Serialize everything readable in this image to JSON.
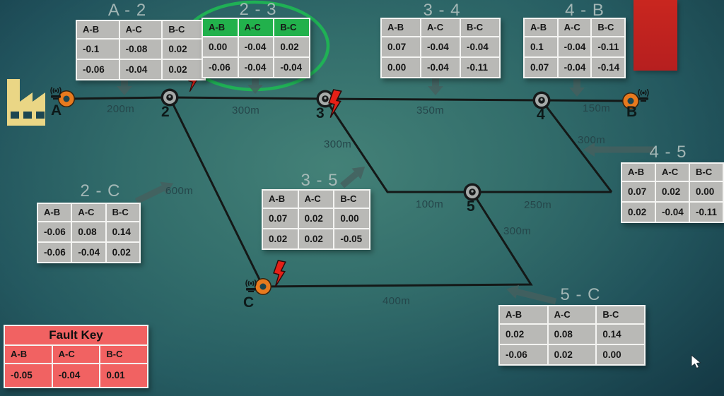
{
  "colors": {
    "background_teal": "#2c6668",
    "table_gray": "#b9b9b6",
    "highlight_green": "#22b14c",
    "fault_bolt_red": "#e52017",
    "alert_rect_red": "#c2231f",
    "fault_key_red": "#f16262",
    "source_node_orange": "#e87a1e",
    "line_black": "#141817"
  },
  "nodes": {
    "a": "A",
    "j2": "2",
    "j3": "3",
    "j4": "4",
    "b": "B",
    "j5": "5",
    "c": "C"
  },
  "distances": {
    "a2": "200m",
    "s23": "300m",
    "s34": "350m",
    "s4b": "150m",
    "s2c": "600m",
    "d35": "300m",
    "h35": "100m",
    "d45": "300m",
    "h45": "250m",
    "d5c": "300m",
    "h5c": "400m"
  },
  "tables": {
    "a2": {
      "title": "A - 2",
      "headers": [
        "A-B",
        "A-C",
        "B-C"
      ],
      "rows": [
        [
          "-0.1",
          "-0.08",
          "0.02"
        ],
        [
          "-0.06",
          "-0.04",
          "0.02"
        ]
      ]
    },
    "t23": {
      "title": "2 - 3",
      "headers": [
        "A-B",
        "A-C",
        "B-C"
      ],
      "rows": [
        [
          "0.00",
          "-0.04",
          "0.02"
        ],
        [
          "-0.06",
          "-0.04",
          "-0.04"
        ]
      ],
      "highlighted": true
    },
    "t34": {
      "title": "3 - 4",
      "headers": [
        "A-B",
        "A-C",
        "B-C"
      ],
      "rows": [
        [
          "0.07",
          "-0.04",
          "-0.04"
        ],
        [
          "0.00",
          "-0.04",
          "-0.11"
        ]
      ]
    },
    "t4b": {
      "title": "4 - B",
      "headers": [
        "A-B",
        "A-C",
        "B-C"
      ],
      "rows": [
        [
          "0.1",
          "-0.04",
          "-0.11"
        ],
        [
          "0.07",
          "-0.04",
          "-0.14"
        ]
      ]
    },
    "t2c": {
      "title": "2 - C",
      "headers": [
        "A-B",
        "A-C",
        "B-C"
      ],
      "rows": [
        [
          "-0.06",
          "0.08",
          "0.14"
        ],
        [
          "-0.06",
          "-0.04",
          "0.02"
        ]
      ]
    },
    "t35": {
      "title": "3 - 5",
      "headers": [
        "A-B",
        "A-C",
        "B-C"
      ],
      "rows": [
        [
          "0.07",
          "0.02",
          "0.00"
        ],
        [
          "0.02",
          "0.02",
          "-0.05"
        ]
      ]
    },
    "t45": {
      "title": "4 - 5",
      "headers": [
        "A-B",
        "A-C",
        "B-C"
      ],
      "rows": [
        [
          "0.07",
          "0.02",
          "0.00"
        ],
        [
          "0.02",
          "-0.04",
          "-0.11"
        ]
      ]
    },
    "t5c": {
      "title": "5 - C",
      "headers": [
        "A-B",
        "A-C",
        "B-C"
      ],
      "rows": [
        [
          "0.02",
          "0.08",
          "0.14"
        ],
        [
          "-0.06",
          "0.02",
          "0.00"
        ]
      ]
    }
  },
  "fault_key": {
    "title": "Fault Key",
    "headers": [
      "A-B",
      "A-C",
      "B-C"
    ],
    "values": [
      "-0.05",
      "-0.04",
      "0.01"
    ]
  }
}
